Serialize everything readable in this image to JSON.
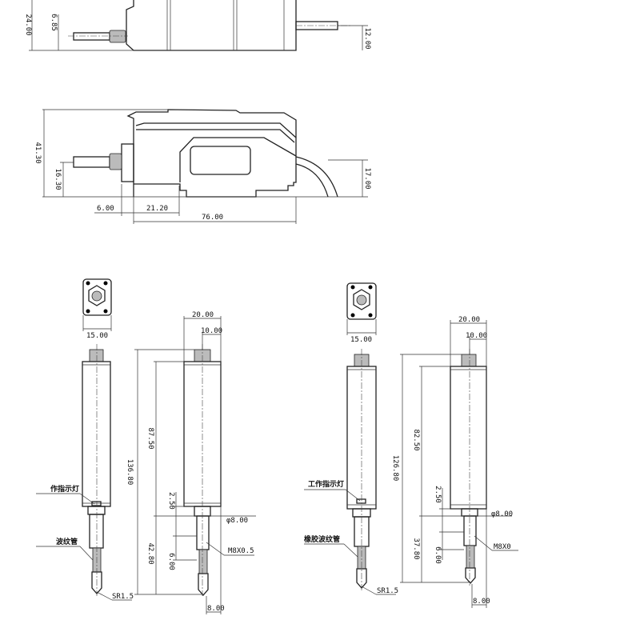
{
  "top_view": {
    "dims": {
      "height": "24.00",
      "connector_height": "6.85",
      "cable_height": "12.00"
    }
  },
  "side_view": {
    "dims": {
      "height": "41.30",
      "connector_height": "16.30",
      "cable_height": "17.00",
      "offset": "6.00",
      "rail_offset": "21.20",
      "length": "76.00"
    }
  },
  "sensor_a": {
    "face_width": "15.00",
    "width": "20.00",
    "half_width": "10.00",
    "total_length": "136.80",
    "body_length": "87.50",
    "step": "2.50",
    "stroke_length": "42.80",
    "thread_length": "6.00",
    "diameter": "φ8.00",
    "thread": "M8X0.5",
    "tip_width": "8.00",
    "label_indicator": "作指示灯",
    "label_bellows": "波纹管",
    "label_tip": "SR1.5"
  },
  "sensor_b": {
    "face_width": "15.00",
    "width": "20.00",
    "half_width": "10.00",
    "total_length": "126.80",
    "body_length": "82.50",
    "step": "2.50",
    "stroke_length": "37.80",
    "thread_length": "6.00",
    "diameter": "φ8.00",
    "thread": "M8X0",
    "tip_width": "8.00",
    "label_indicator": "工作指示灯",
    "label_bellows": "橡胶波纹管",
    "label_tip": "SR1.5"
  }
}
